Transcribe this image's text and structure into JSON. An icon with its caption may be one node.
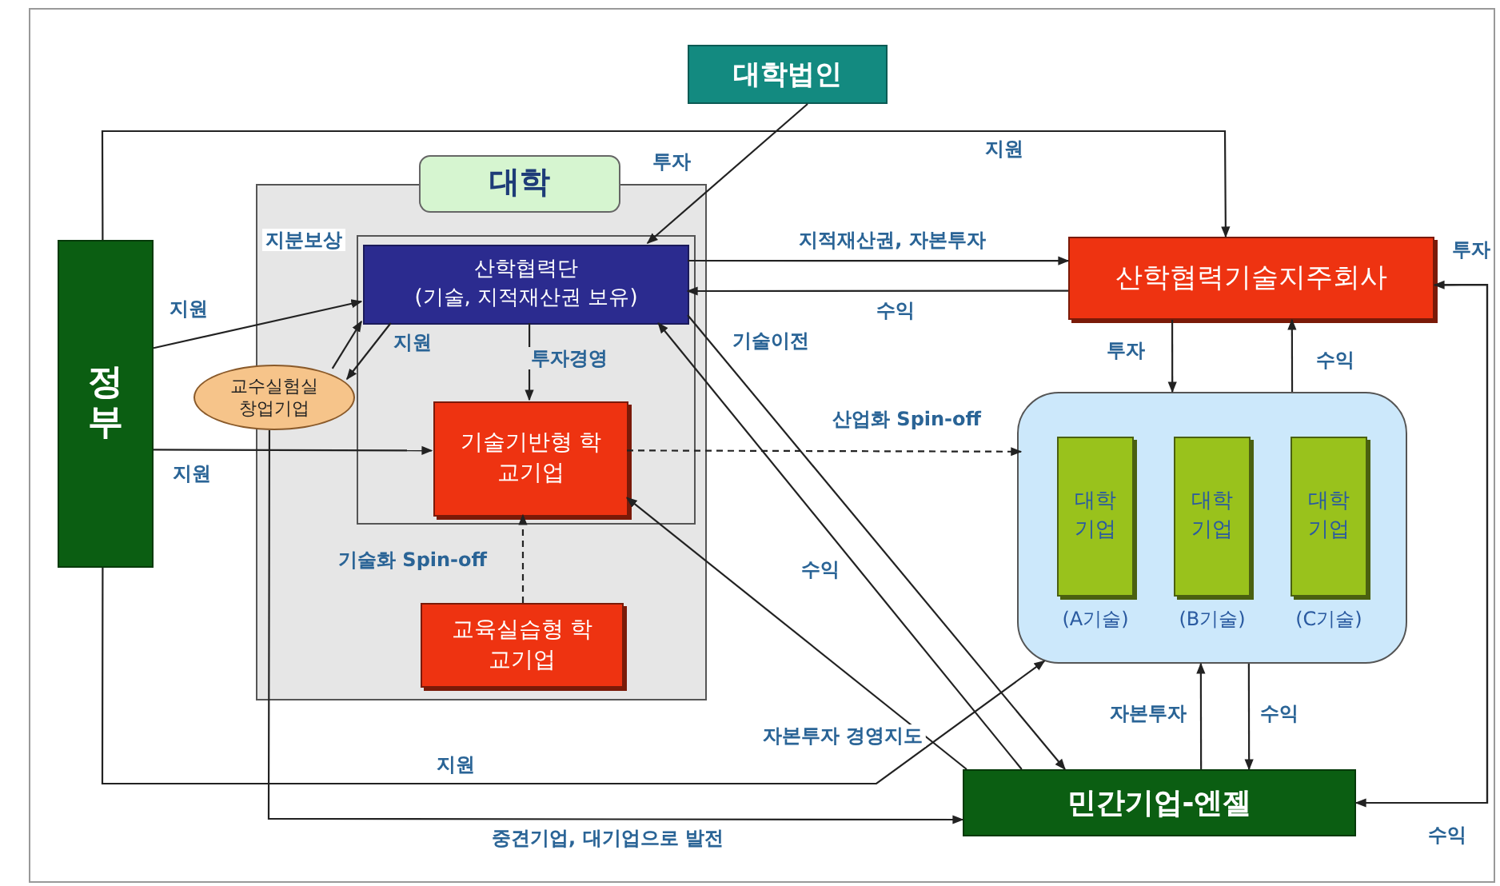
{
  "diagram": {
    "nodes": [
      {
        "text": [
          "대학법인"
        ]
      },
      {
        "text": [
          "대학"
        ]
      },
      {
        "text": [],
        "shape": "box",
        "in": 1
      },
      {
        "text": [
          "산학협력단",
          "(기술, 지적재산권 보유)"
        ],
        "in": 2
      },
      {
        "text": [
          "기술기반형 학교기업"
        ],
        "in": 2
      },
      {
        "text": [
          "교육실습형 학교기업"
        ],
        "in": 1
      },
      {
        "text": [
          "교수실험실 창업기업"
        ]
      },
      {
        "text": [
          "정부"
        ]
      },
      {
        "text": [
          "산학협력기술지주회사"
        ]
      },
      {
        "text": [],
        "shape": "box"
      },
      {
        "text": [
          "대학 기업"
        ],
        "in": 9,
        "beside": [
          "(A기술)"
        ]
      },
      {
        "text": [
          "대학 기업"
        ],
        "in": 9,
        "beside": [
          "(B기술)"
        ]
      },
      {
        "text": [
          "대학 기업"
        ],
        "in": 9,
        "beside": [
          "(C기술)"
        ]
      },
      {
        "text": [
          "민간기업-엔젤"
        ]
      }
    ],
    "edges": [
      {
        "from": 0,
        "to": 3,
        "arrow": "to",
        "label": "투자"
      },
      {
        "from": 7,
        "to": 8,
        "arrow": "to",
        "label": "지원"
      },
      {
        "from": 7,
        "to": 3,
        "arrow": "to",
        "label": "지원"
      },
      {
        "from": 7,
        "to": 4,
        "arrow": "to",
        "label": "지원"
      },
      {
        "from": 7,
        "to": 9,
        "arrow": "to",
        "label": "지원"
      },
      {
        "from": 6,
        "to": 3,
        "arrow": "to",
        "label": "지분보상"
      },
      {
        "from": 3,
        "to": 6,
        "arrow": "to",
        "label": "지원"
      },
      {
        "from": 6,
        "to": 13,
        "arrow": "to",
        "label": "중견기업, 대기업으로 발전"
      },
      {
        "from": 3,
        "to": 8,
        "arrow": "to",
        "label": "지적재산권, 자본투자"
      },
      {
        "from": 8,
        "to": 3,
        "arrow": "to",
        "label": "수익"
      },
      {
        "from": 3,
        "to": 4,
        "arrow": "to",
        "label": "투자경영"
      },
      {
        "from": 5,
        "to": 4,
        "arrow": "to",
        "label": "기술화 Spin-off",
        "style": "dashed"
      },
      {
        "from": 4,
        "to": 9,
        "arrow": "to",
        "label": "산업화 Spin-off",
        "style": "dashed"
      },
      {
        "from": 8,
        "to": 9,
        "arrow": "to",
        "label": "투자"
      },
      {
        "from": 9,
        "to": 8,
        "arrow": "to",
        "label": "수익"
      },
      {
        "from": 3,
        "to": 13,
        "arrow": "to",
        "label": "기술이전"
      },
      {
        "from": 13,
        "to": 3,
        "arrow": "to",
        "label": "수익"
      },
      {
        "from": 13,
        "to": 4,
        "arrow": "to",
        "label": "자본투자 경영지도"
      },
      {
        "from": 13,
        "to": 8,
        "arrow": "to",
        "label": "투자"
      },
      {
        "from": 8,
        "to": 13,
        "arrow": "to",
        "label": "수익"
      },
      {
        "from": 13,
        "to": 9,
        "arrow": "to",
        "label": "자본투자"
      },
      {
        "from": 9,
        "to": 13,
        "arrow": "to",
        "label": "수익"
      }
    ]
  }
}
